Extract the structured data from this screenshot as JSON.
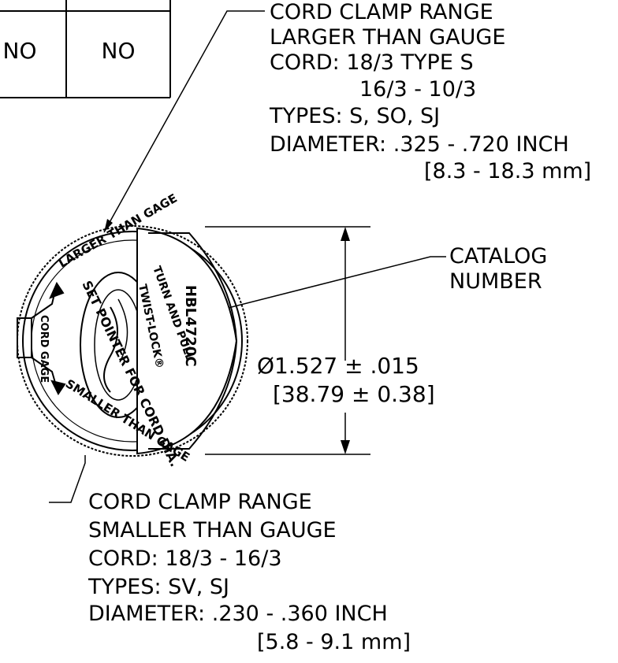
{
  "table": {
    "cells": [
      "NO",
      "NO"
    ]
  },
  "callouts": {
    "larger": {
      "lines": [
        "CORD CLAMP RANGE",
        "LARGER THAN GAUGE",
        "CORD: 18/3 TYPE S",
        "16/3 - 10/3",
        "TYPES: S, SO, SJ",
        "DIAMETER: .325 - .720 INCH",
        "[8.3 - 18.3 mm]"
      ]
    },
    "catalog": {
      "lines": [
        "CATALOG",
        "NUMBER"
      ]
    },
    "smaller": {
      "lines": [
        "CORD CLAMP RANGE",
        "SMALLER THAN GAUGE",
        "CORD: 18/3 - 16/3",
        "TYPES: SV, SJ",
        "DIAMETER: .230 - .360 INCH",
        "[5.8 - 9.1 mm]"
      ]
    }
  },
  "dimension": {
    "primary": "Ø1.527 ± .015",
    "secondary": "[38.79 ± 0.38]"
  },
  "dial_labels": {
    "larger_than_gage": "LARGER THAN GAGE",
    "set_pointer": "SET POINTER FOR CORD DIA.",
    "smaller_than_gage": "SMALLER THAN GAGE",
    "cord_gage": "CORD GAGE",
    "turn_and_pull": "TURN AND PULL",
    "twist_lock": "TWIST-LOCK®",
    "catalog_code": "HBL4720C"
  },
  "colors": {
    "ink": "#000000",
    "background": "#ffffff"
  }
}
